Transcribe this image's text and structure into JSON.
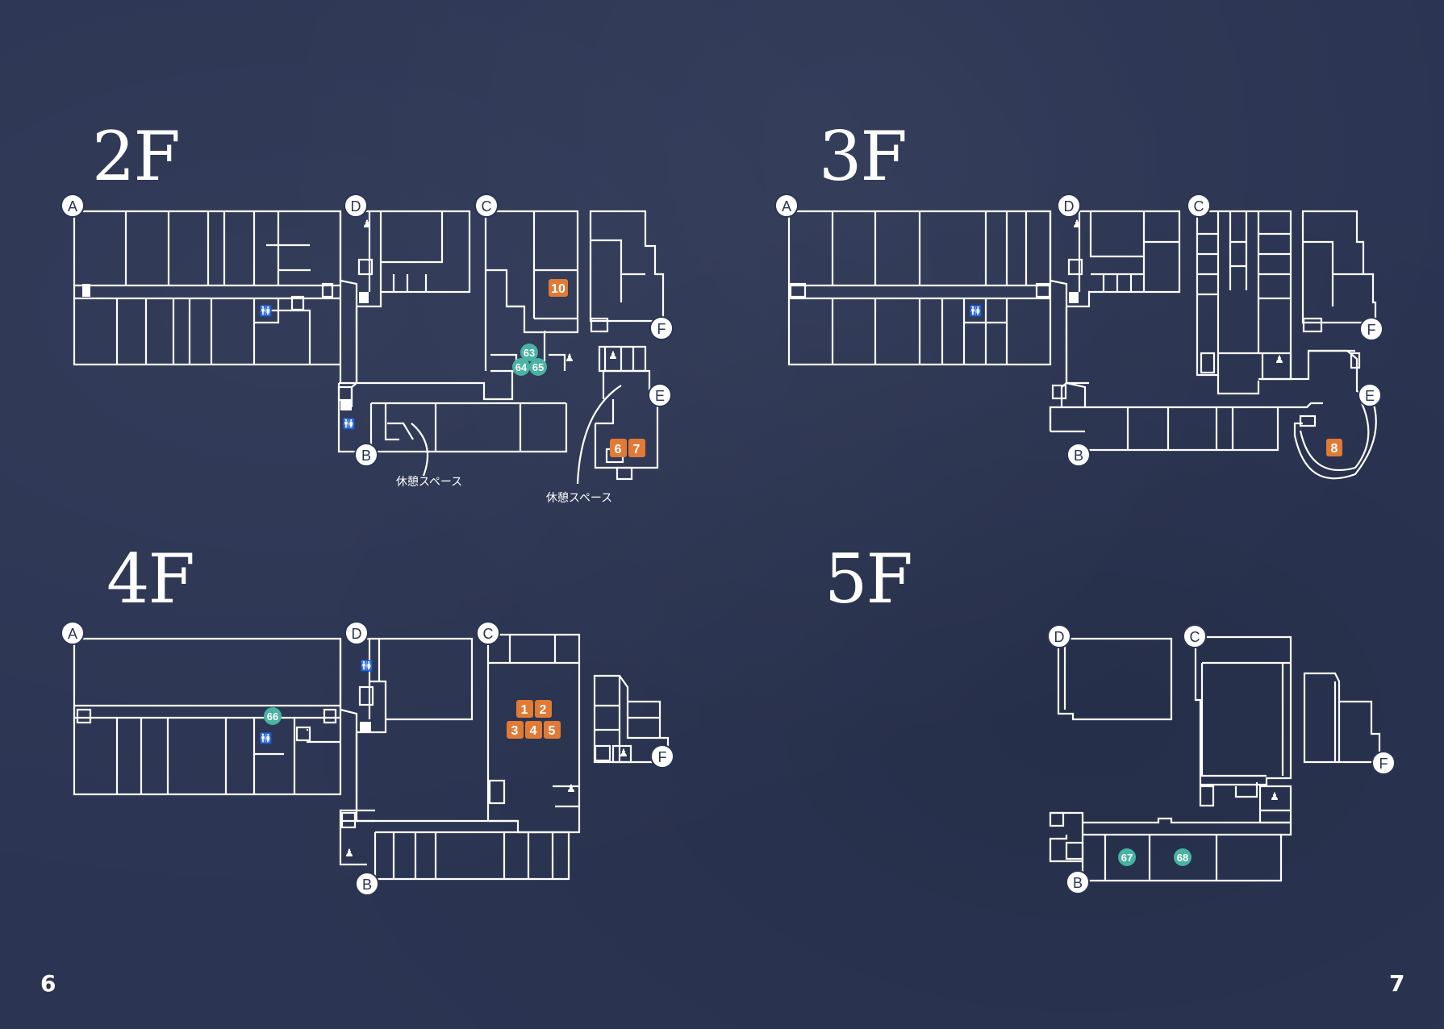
{
  "colors": {
    "background": "#2b3553",
    "line": "#ffffff",
    "event_badge": "#e07a35",
    "exhibit_badge": "#49b3a2"
  },
  "floors": [
    {
      "label": "2F",
      "entrances": [
        "A",
        "D",
        "C",
        "F",
        "E",
        "B"
      ],
      "event_badges": [
        "10",
        "6",
        "7"
      ],
      "exhibit_badges": [
        "63",
        "64",
        "65"
      ],
      "notes": [
        "休憩スペース",
        "休憩スペース"
      ]
    },
    {
      "label": "3F",
      "entrances": [
        "A",
        "D",
        "C",
        "F",
        "E",
        "B"
      ],
      "event_badges": [
        "8"
      ],
      "exhibit_badges": []
    },
    {
      "label": "4F",
      "entrances": [
        "A",
        "D",
        "C",
        "F",
        "B"
      ],
      "event_badges": [
        "1",
        "2",
        "3",
        "4",
        "5"
      ],
      "exhibit_badges": [
        "66"
      ]
    },
    {
      "label": "5F",
      "entrances": [
        "D",
        "C",
        "F",
        "B"
      ],
      "event_badges": [],
      "exhibit_badges": [
        "67",
        "68"
      ]
    }
  ],
  "page_numbers": {
    "left": "6",
    "right": "7"
  }
}
